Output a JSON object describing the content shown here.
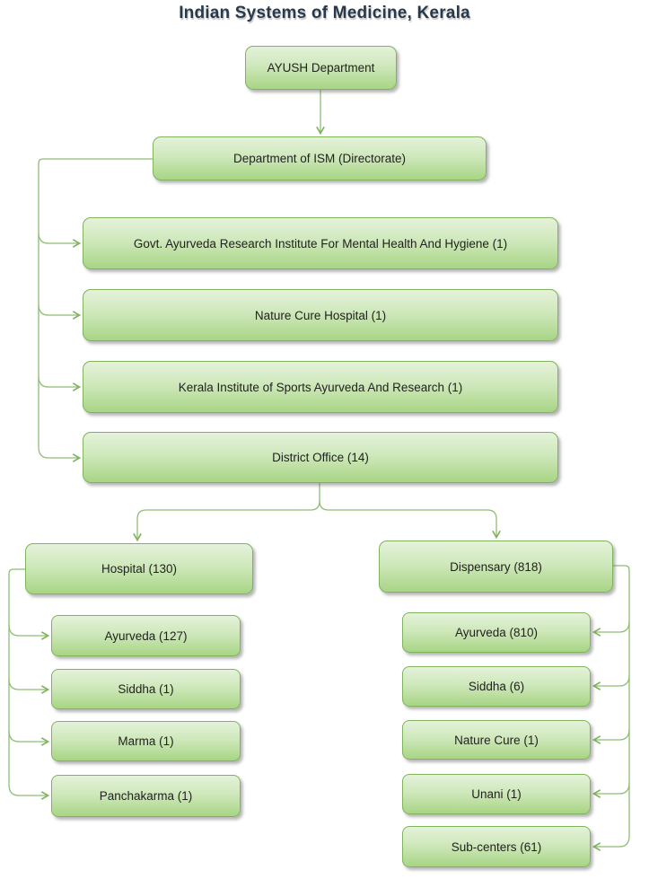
{
  "title": "Indian Systems of Medicine, Kerala",
  "colors": {
    "box_gradient_top": "#e4f2da",
    "box_gradient_bottom": "#a8d585",
    "box_border": "#7fb35c",
    "connector": "#8fbe73",
    "box_text": "#222222",
    "title_text": "#28394a",
    "background": "#ffffff"
  },
  "nodes": {
    "ayush": {
      "label": "AYUSH Department"
    },
    "ism": {
      "label": "Department of ISM (Directorate)"
    },
    "research": {
      "label": "Govt. Ayurveda Research Institute For Mental Health And Hygiene (1)"
    },
    "naturecure_h": {
      "label": "Nature Cure Hospital (1)"
    },
    "sports": {
      "label": "Kerala Institute of Sports Ayurveda And Research (1)"
    },
    "district": {
      "label": "District Office (14)"
    },
    "hospital": {
      "label": "Hospital (130)"
    },
    "dispensary": {
      "label": "Dispensary (818)"
    },
    "h_ayurveda": {
      "label": "Ayurveda (127)"
    },
    "h_siddha": {
      "label": "Siddha (1)"
    },
    "h_marma": {
      "label": "Marma (1)"
    },
    "h_panchakarma": {
      "label": "Panchakarma (1)"
    },
    "d_ayurveda": {
      "label": "Ayurveda (810)"
    },
    "d_siddha": {
      "label": "Siddha (6)"
    },
    "d_naturecure": {
      "label": "Nature Cure (1)"
    },
    "d_unani": {
      "label": "Unani (1)"
    },
    "d_subcenters": {
      "label": "Sub-centers (61)"
    }
  },
  "hierarchy": {
    "root": "AYUSH Department",
    "child": "Department of ISM (Directorate)",
    "directorate_units": [
      "Govt. Ayurveda Research Institute For Mental Health And Hygiene (1)",
      "Nature Cure Hospital (1)",
      "Kerala Institute of Sports Ayurveda And Research (1)",
      "District Office (14)"
    ],
    "district_office_children": [
      "Hospital (130)",
      "Dispensary (818)"
    ],
    "hospital_children": [
      "Ayurveda (127)",
      "Siddha (1)",
      "Marma (1)",
      "Panchakarma (1)"
    ],
    "dispensary_children": [
      "Ayurveda (810)",
      "Siddha (6)",
      "Nature Cure (1)",
      "Unani (1)",
      "Sub-centers (61)"
    ]
  }
}
